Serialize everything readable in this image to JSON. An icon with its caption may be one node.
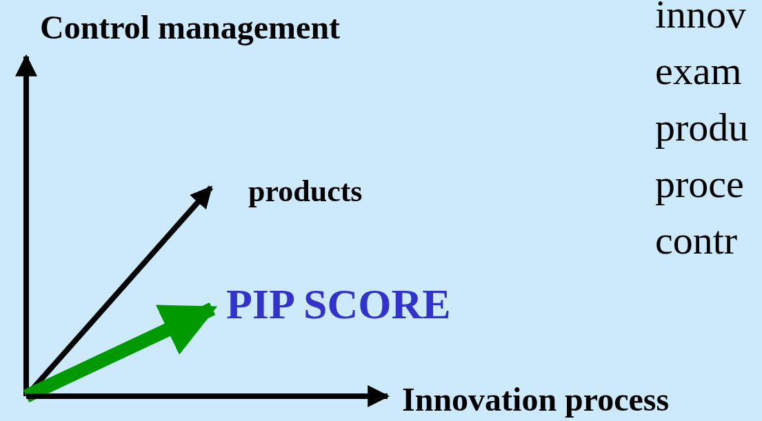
{
  "diagram": {
    "nodes": [
      {
        "text": [
          "Control management"
        ]
      },
      {
        "text": [
          "products"
        ]
      },
      {
        "text": [
          "PIP SCORE"
        ]
      },
      {
        "text": [
          "Innovation process"
        ]
      }
    ],
    "edges": [
      {
        "from": null,
        "to": 0,
        "arrow": "to"
      },
      {
        "from": null,
        "to": 1,
        "arrow": "to"
      },
      {
        "from": null,
        "to": 2,
        "arrow": "to",
        "style": "thick",
        "color": "#009900"
      },
      {
        "from": null,
        "to": 3,
        "arrow": "to"
      }
    ],
    "labels": [
      "innov",
      "exam",
      "produ",
      "proce",
      "contr"
    ]
  }
}
